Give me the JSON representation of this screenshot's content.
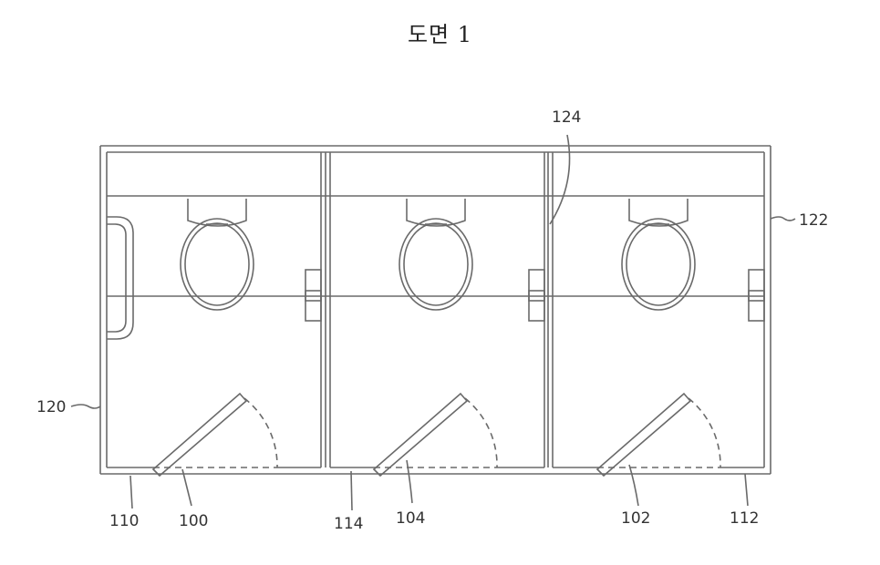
{
  "title": "도면 1",
  "labels": {
    "l124": "124",
    "l122": "122",
    "l120": "120",
    "l110": "110",
    "l100": "100",
    "l114": "114",
    "l104": "104",
    "l102": "102",
    "l112": "112"
  }
}
